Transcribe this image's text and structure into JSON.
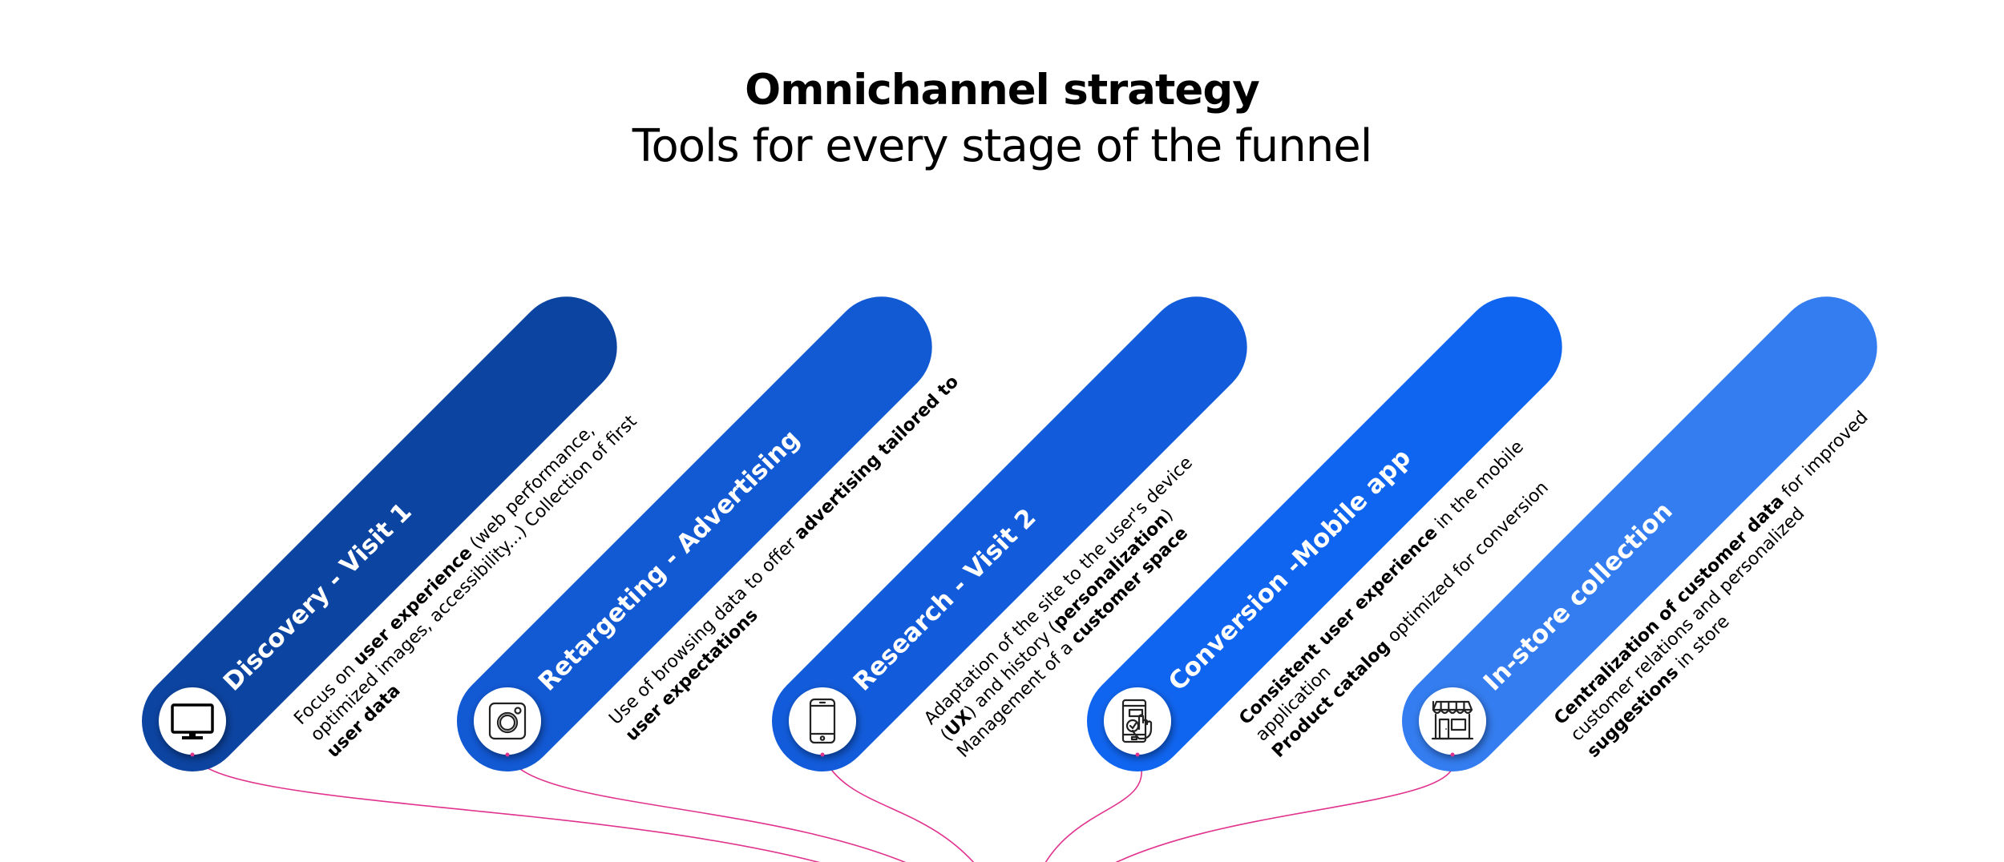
{
  "header": {
    "title": "Omnichannel strategy",
    "subtitle": "Tools for every stage of the funnel"
  },
  "colors": {
    "stage_1": "#0C44A1",
    "stage_2": "#1259D4",
    "stage_3": "#125CDB",
    "stage_4": "#1065F0",
    "stage_5": "#347DF0",
    "connector": "#E0338E"
  },
  "stages": [
    {
      "title": "Discovery - Visit 1",
      "icon": "desktop-monitor-icon",
      "description_lines": [
        [
          {
            "t": "Focus on ",
            "b": false
          },
          {
            "t": "user experience",
            "b": true
          },
          {
            "t": " (web performance,",
            "b": false
          }
        ],
        [
          {
            "t": "optimized images, accessibility...) Collection of first",
            "b": false
          }
        ],
        [
          {
            "t": "user data",
            "b": true
          }
        ]
      ]
    },
    {
      "title": "Retargeting - Advertising",
      "icon": "instagram-icon",
      "description_lines": [
        [
          {
            "t": "Use of browsing data to offer ",
            "b": false
          },
          {
            "t": "advertising tailored to",
            "b": true
          }
        ],
        [
          {
            "t": "user expectations",
            "b": true
          }
        ]
      ]
    },
    {
      "title": "Research - Visit 2",
      "icon": "smartphone-icon",
      "description_lines": [
        [
          {
            "t": "Adaptation of the site to the user's device",
            "b": false
          }
        ],
        [
          {
            "t": "(",
            "b": false
          },
          {
            "t": "UX",
            "b": true
          },
          {
            "t": ") and history (",
            "b": false
          },
          {
            "t": "personalization",
            "b": true
          },
          {
            "t": ")",
            "b": false
          }
        ],
        [
          {
            "t": "Management of a ",
            "b": false
          },
          {
            "t": "customer space",
            "b": true
          }
        ]
      ]
    },
    {
      "title": "Conversion -Mobile app",
      "icon": "mobile-app-tap-icon",
      "description_lines": [
        [
          {
            "t": "Consistent user experience",
            "b": true
          },
          {
            "t": " in the mobile",
            "b": false
          }
        ],
        [
          {
            "t": "application",
            "b": false
          }
        ],
        [
          {
            "t": "Product catalog",
            "b": true
          },
          {
            "t": " optimized for conversion",
            "b": false
          }
        ]
      ]
    },
    {
      "title": "In-store collection",
      "icon": "storefront-icon",
      "description_lines": [
        [
          {
            "t": "Centralization of customer data",
            "b": true
          },
          {
            "t": " for improved",
            "b": false
          }
        ],
        [
          {
            "t": "customer relations and personalized",
            "b": false
          }
        ],
        [
          {
            "t": "suggestions",
            "b": true
          },
          {
            "t": " in store",
            "b": false
          }
        ]
      ]
    }
  ]
}
